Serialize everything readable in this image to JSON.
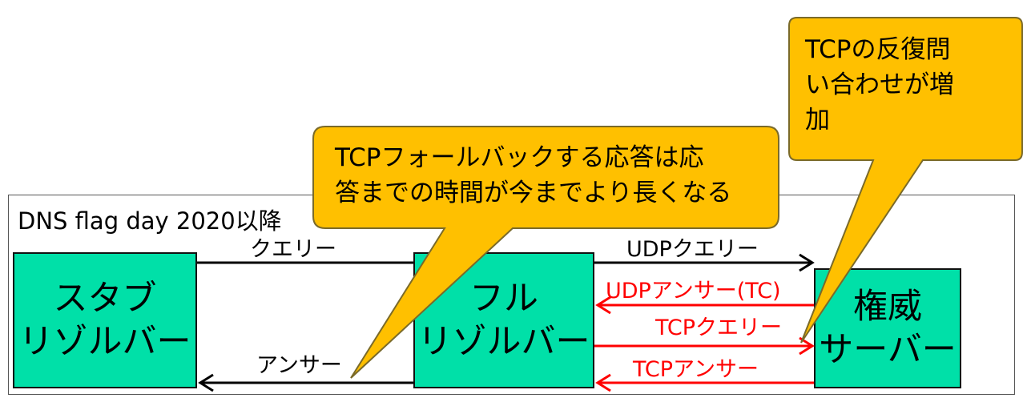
{
  "frame": {
    "title": "DNS flag day 2020以降"
  },
  "boxes": {
    "stub": {
      "line1": "スタブ",
      "line2": "リゾルバー"
    },
    "full": {
      "line1": "フル",
      "line2": "リゾルバー"
    },
    "auth": {
      "line1": "権威",
      "line2": "サーバー"
    }
  },
  "arrows": {
    "query": "クエリー",
    "answer": "アンサー",
    "udp_query": "UDPクエリー",
    "udp_answer_tc": "UDPアンサー(TC)",
    "tcp_query": "TCPクエリー",
    "tcp_answer": "TCPアンサー"
  },
  "callouts": {
    "left": {
      "line1": "TCPフォールバックする応答は応",
      "line2": "答までの時間が今までより長くなる"
    },
    "right": {
      "line1": "TCPの反復問",
      "line2": "い合わせが増",
      "line3": "加"
    }
  },
  "colors": {
    "box_fill": "#00e0a8",
    "callout_fill": "#ffc000",
    "tcp_arrow": "#ff0000",
    "arrow": "#000000"
  }
}
